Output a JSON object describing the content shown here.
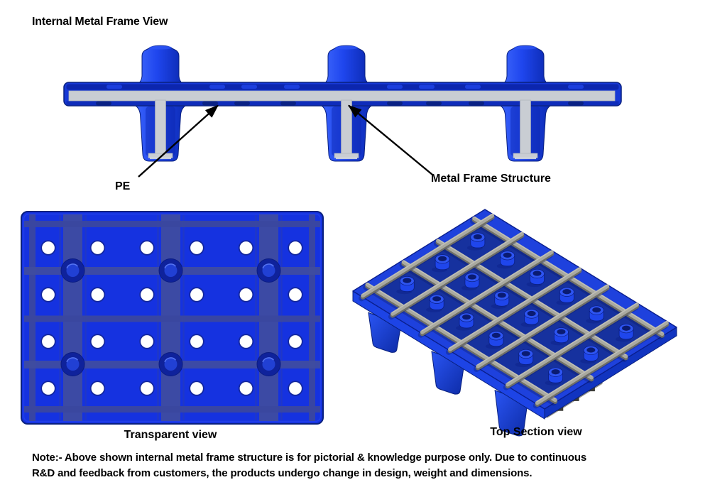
{
  "title": "Internal Metal Frame View",
  "labels": {
    "pe": "PE",
    "metal_frame": "Metal Frame Structure"
  },
  "captions": {
    "transparent": "Transparent view",
    "top_section": "Top Section view"
  },
  "note": {
    "line1": "Note:- Above shown internal metal frame structure is for pictorial & knowledge purpose only. Due to continuous",
    "line2": "R&D and feedback from customers, the products undergo change in design, weight and dimensions."
  },
  "colors": {
    "background": "#ffffff",
    "text": "#000000",
    "arrow": "#000000",
    "plastic_blue": "#1532e0",
    "plastic_blue_bright": "#2450f2",
    "plastic_blue_mid": "#1739d6",
    "plastic_blue_dark": "#0c26ae",
    "plastic_blue_deep": "#09207f",
    "metal_gray": "#c9cdd3",
    "metal_gray_edge": "#a9aeb5",
    "iso_face_blue": "#1e41dd",
    "iso_cell_blue": "#16319e",
    "iso_side_sw": "#1d44e6",
    "iso_side_se": "#1134c0",
    "iso_gray_top": "#a9a9a0",
    "iso_gray_side": "#6f6f67",
    "iso_gray_hi": "#c8c8bf",
    "seen_frame_blue": "#3a479f",
    "seen_frame_wide": "#404c9e",
    "boss_outer": "#0f229b",
    "boss_inner": "#2140d4",
    "hole_white": "#ffffff"
  }
}
